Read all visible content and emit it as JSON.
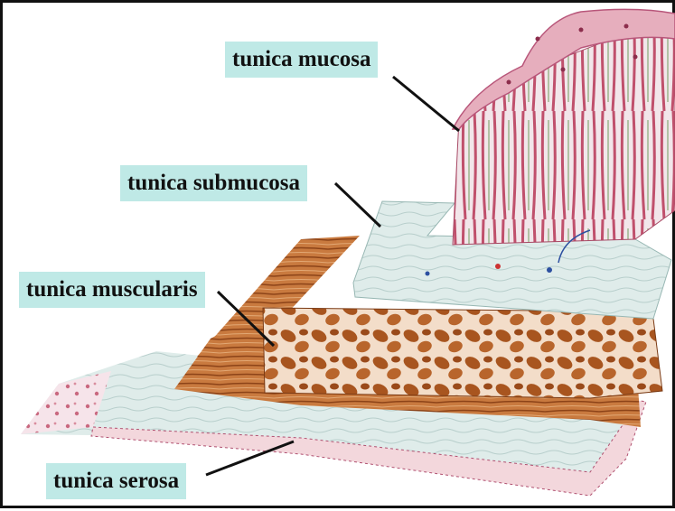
{
  "labels": {
    "mucosa": "tunica mucosa",
    "submucosa": "tunica submucosa",
    "muscularis": "tunica muscularis",
    "serosa": "tunica serosa"
  },
  "colors": {
    "label_bg": "#bfe9e6",
    "mucosa": "#e9b7c4",
    "submucosa": "#dfeceb",
    "muscle": "#b8652c",
    "serosa": "#e3eeec"
  }
}
